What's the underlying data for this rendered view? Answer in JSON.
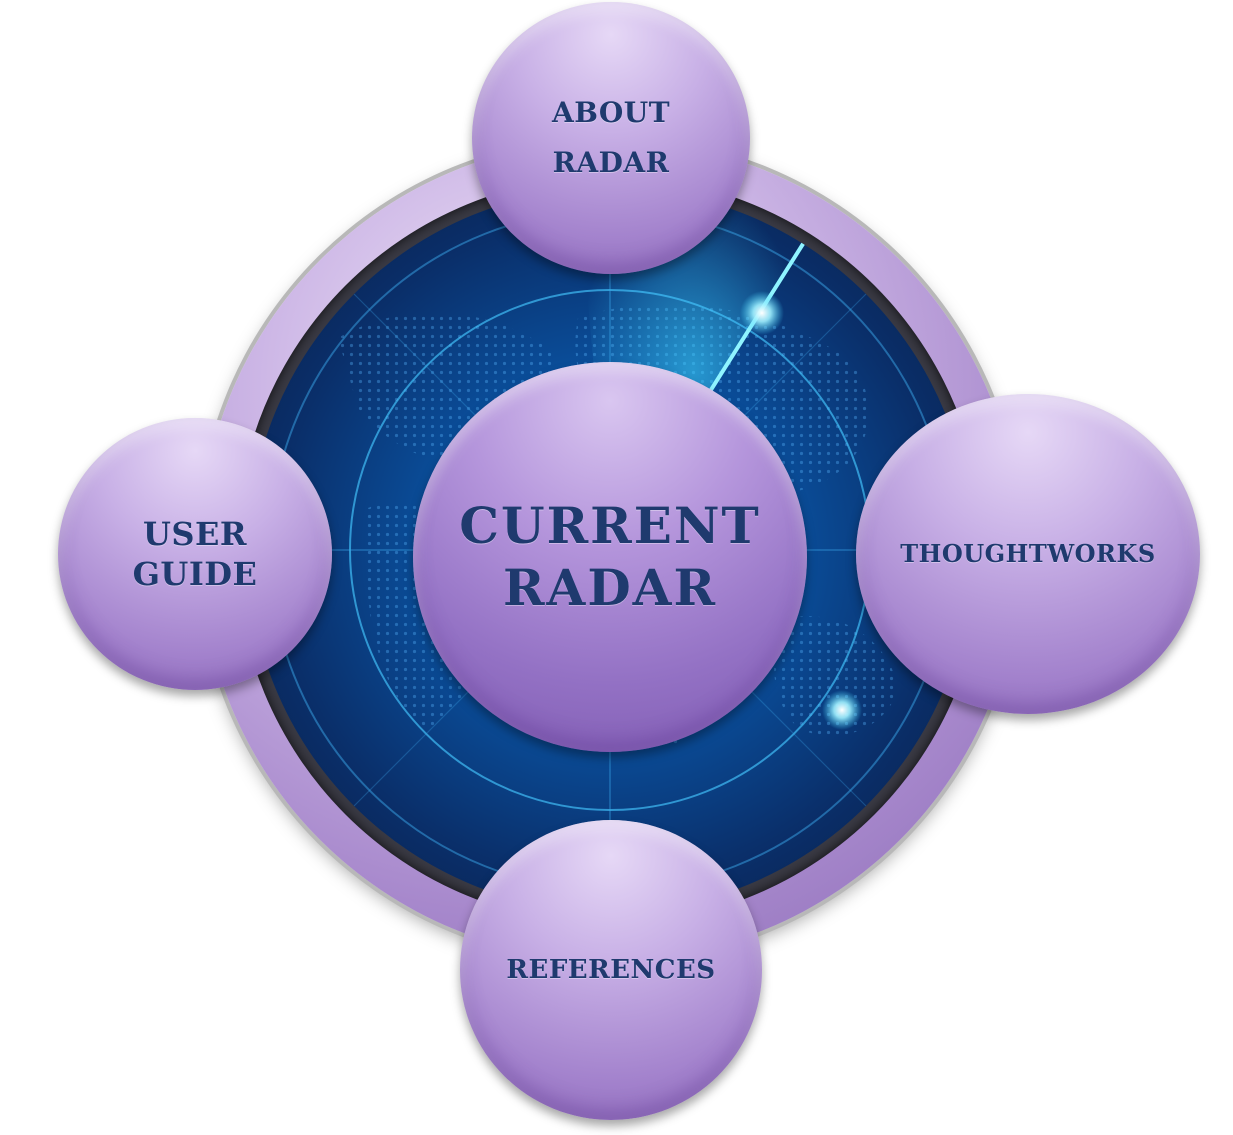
{
  "diagram": {
    "center": {
      "label": "CURRENT\nRADAR"
    },
    "nodes": {
      "top": {
        "label": "ABOUT\nRADAR"
      },
      "left": {
        "label": "USER\nGUIDE"
      },
      "right": {
        "label": "THOUGHTWORKS"
      },
      "bottom": {
        "label": "REFERENCES"
      }
    },
    "colors": {
      "node_fill": "#b596dc",
      "label_text": "#1f3a6e",
      "radar_screen": "#0a4f9c",
      "radar_sweep": "#5fe8ff"
    }
  }
}
